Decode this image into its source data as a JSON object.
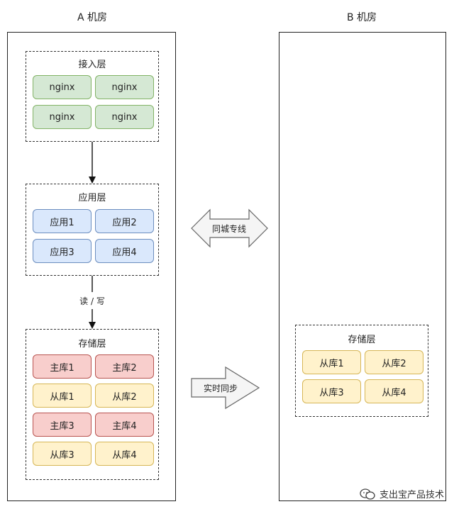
{
  "rooms": {
    "a": {
      "title": "A 机房",
      "access_layer": {
        "title": "接入层",
        "nodes": [
          "nginx",
          "nginx",
          "nginx",
          "nginx"
        ]
      },
      "app_layer": {
        "title": "应用层",
        "nodes": [
          "应用1",
          "应用2",
          "应用3",
          "应用4"
        ]
      },
      "storage_layer": {
        "title": "存储层",
        "nodes": [
          {
            "label": "主库1",
            "role": "primary"
          },
          {
            "label": "主库2",
            "role": "primary"
          },
          {
            "label": "从库1",
            "role": "replica"
          },
          {
            "label": "从库2",
            "role": "replica"
          },
          {
            "label": "主库3",
            "role": "primary"
          },
          {
            "label": "主库4",
            "role": "primary"
          },
          {
            "label": "从库3",
            "role": "replica"
          },
          {
            "label": "从库4",
            "role": "replica"
          }
        ]
      }
    },
    "b": {
      "title": "B 机房",
      "storage_layer": {
        "title": "存储层",
        "nodes": [
          "从库1",
          "从库2",
          "从库3",
          "从库4"
        ]
      }
    }
  },
  "connectors": {
    "read_write": "读 / 写",
    "dedicated_line": "同城专线",
    "realtime_sync": "实时同步"
  },
  "watermark": {
    "text": "支出宝产品技术",
    "icon": "wechat-icon"
  },
  "colors": {
    "access": "#d5e8d4",
    "app": "#dae8fc",
    "primary": "#f8cecc",
    "replica": "#fff2cc"
  }
}
